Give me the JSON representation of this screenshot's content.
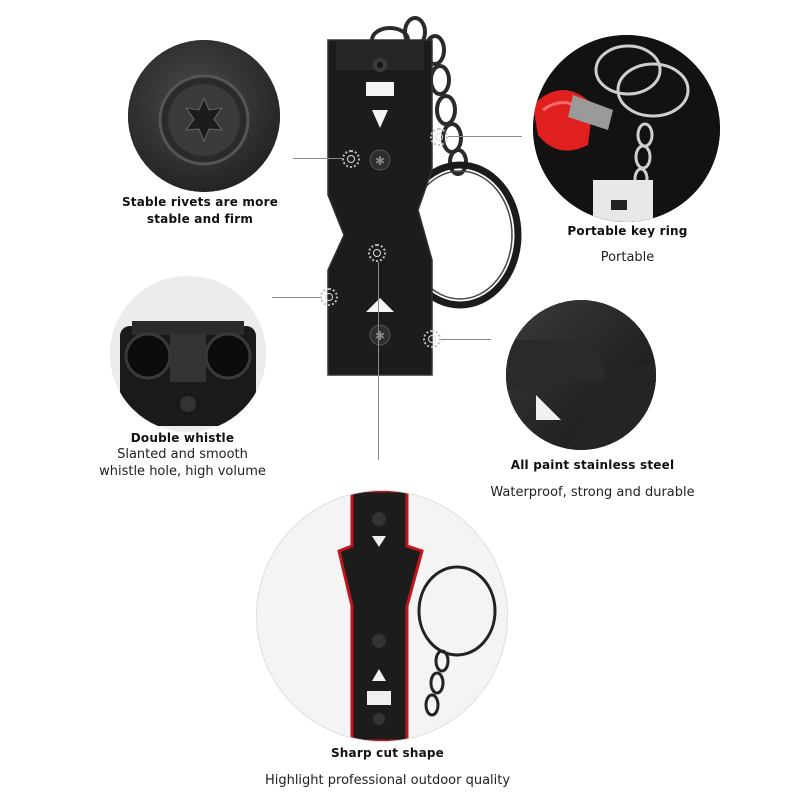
{
  "features": {
    "rivets": {
      "title_line1": "Stable rivets are more",
      "title_line2": "stable and firm"
    },
    "keyring": {
      "title": "Portable key ring",
      "desc": "Portable"
    },
    "double": {
      "title": "Double whistle",
      "desc_line1": "Slanted and smooth",
      "desc_line2": "whistle hole, high volume"
    },
    "steel": {
      "title": "All paint stainless steel",
      "desc": "Waterproof, strong and durable"
    },
    "shape": {
      "title": "Sharp cut shape",
      "desc": "Highlight professional outdoor quality"
    }
  },
  "colors": {
    "metal": "#1a1a1a",
    "highlight_outline": "#c0151d",
    "key_red": "#e0201f"
  }
}
